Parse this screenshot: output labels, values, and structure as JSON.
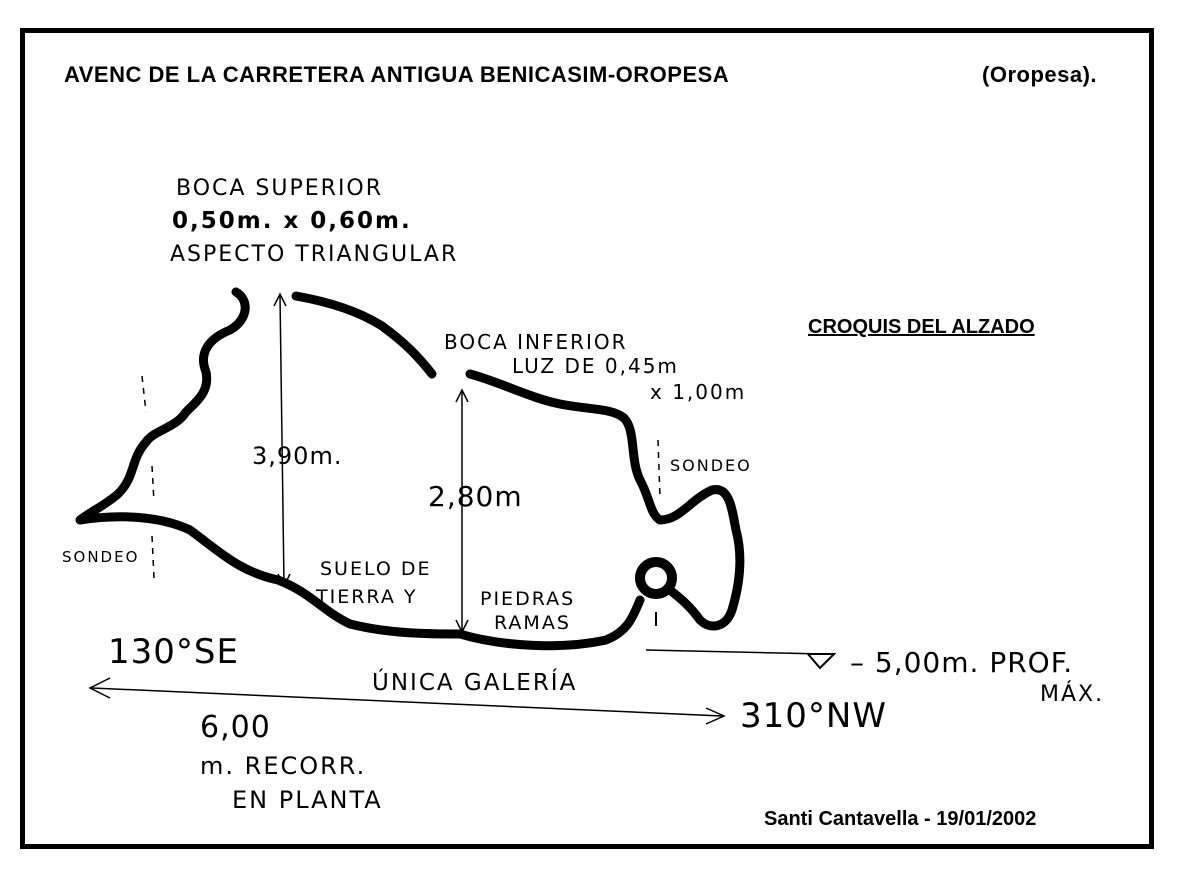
{
  "title": "AVENC DE LA CARRETERA ANTIGUA BENICASIM-OROPESA",
  "title_location": "(Oropesa).",
  "section_title": "CROQUIS DEL ALZADO",
  "author_line": "Santi Cantavella   -   19/01/2002",
  "labels": {
    "boca_superior_1": "BOCA SUPERIOR",
    "boca_superior_2": "0,50m. x 0,60m.",
    "boca_superior_3": "ASPECTO TRIANGULAR",
    "boca_inferior_1": "BOCA INFERIOR",
    "boca_inferior_2": "LUZ DE 0,45m",
    "boca_inferior_3": "x 1,00m",
    "height_1": "3,90m.",
    "height_2": "2,80m",
    "sondeo_left": "SONDEO",
    "sondeo_right": "SONDEO",
    "suelo_1": "SUELO DE",
    "suelo_2": "TIERRA Y",
    "piedras": "PIEDRAS",
    "ramas": "RAMAS",
    "bearing_left": "130°SE",
    "bearing_right": "310°NW",
    "gallery": "ÚNICA GALERÍA",
    "depth_1": "– 5,00m. PROF.",
    "depth_2": "MÁX.",
    "distance_1": "6,00",
    "distance_2": "m. RECORR.",
    "distance_3": "EN PLANTA"
  }
}
